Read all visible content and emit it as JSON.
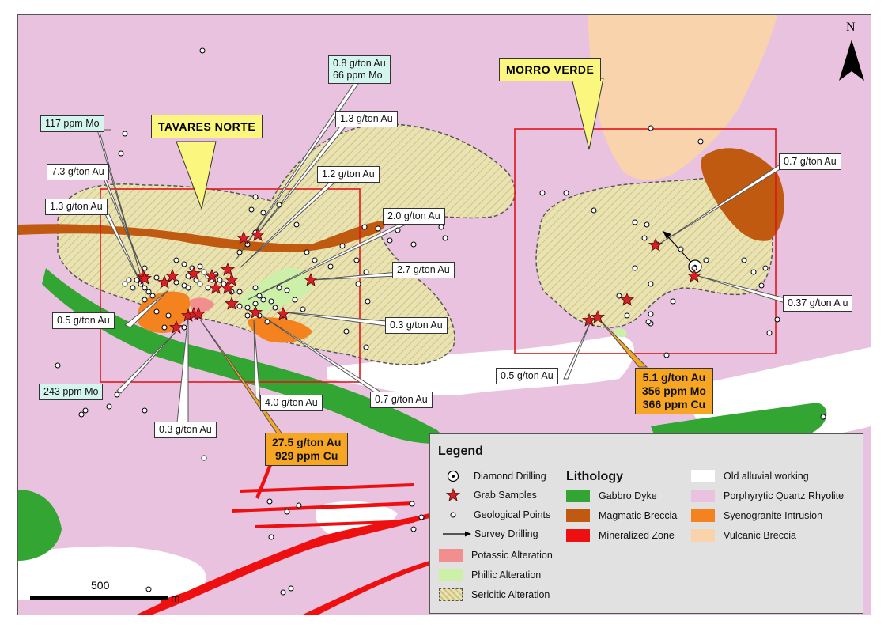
{
  "map": {
    "colors": {
      "background": "#e9c2e0",
      "vulcanic_breccia": "#f8d3ab",
      "sericitic": "#e9e2b3",
      "phillic": "#cdf0a8",
      "potassic": "#f28e8e",
      "syenogranite": "#f4821e",
      "magmatic_breccia": "#c05a10",
      "gabbro": "#33a532",
      "mineralized": "#ee1010",
      "alluvial": "#ffffff",
      "target_box": "#e0151b",
      "star": "#d91f26"
    },
    "place_labels": [
      "TAVARES NORTE",
      "MORRO VERDE"
    ],
    "sample_labels": [
      {
        "text": "117 ppm Mo",
        "kind": "mo"
      },
      {
        "text": "7.3 g/ton Au",
        "kind": "au"
      },
      {
        "text": "1.3 g/ton Au",
        "kind": "au"
      },
      {
        "text": "0.5 g/ton Au",
        "kind": "au"
      },
      {
        "text": "243 ppm Mo",
        "kind": "mo"
      },
      {
        "text": "0.3 g/ton Au",
        "kind": "au"
      },
      {
        "text": "4.0 g/ton Au",
        "kind": "au"
      },
      {
        "text": "0.7 g/ton Au",
        "kind": "au"
      },
      {
        "text": "0.3 g/ton Au",
        "kind": "au"
      },
      {
        "text": "2.7 g/ton Au",
        "kind": "au"
      },
      {
        "text": "2.0 g/ton Au",
        "kind": "au"
      },
      {
        "text": "1.2 g/ton Au",
        "kind": "au"
      },
      {
        "text": "1.3 g/ton Au",
        "kind": "au"
      },
      {
        "text": "0.7 g/ton Au",
        "kind": "au"
      },
      {
        "text": "0.37 g/ton A u",
        "kind": "au"
      },
      {
        "text": "0.5 g/ton Au",
        "kind": "au"
      }
    ],
    "mo_tv_label": [
      "0.8 g/ton Au",
      "66 ppm Mo"
    ],
    "highlight_tv": [
      "27.5 g/ton Au",
      "929 ppm Cu"
    ],
    "highlight_mv": [
      "5.1 g/ton Au",
      "356 ppm Mo",
      "366 ppm Cu"
    ]
  },
  "north": {
    "label": "N"
  },
  "scale": {
    "value": "500",
    "unit": "m"
  },
  "legend": {
    "title": "Legend",
    "lithology_title": "Lithology",
    "symbols": [
      {
        "label": "Diamond Drilling",
        "icon": "drill-hole-icon"
      },
      {
        "label": "Grab Samples",
        "icon": "star-icon"
      },
      {
        "label": "Geological Points",
        "icon": "point-icon"
      },
      {
        "label": "Survey Drilling",
        "icon": "arrow-icon"
      }
    ],
    "alterations": [
      {
        "label": "Potassic Alteration",
        "color": "#f28e8e"
      },
      {
        "label": "Phillic Alteration",
        "color": "#cdf0a8"
      },
      {
        "label": "Sericitic Alteration",
        "color": "#e9e2b3"
      }
    ],
    "lithology": [
      {
        "label": "Gabbro Dyke",
        "color": "#33a532"
      },
      {
        "label": "Magmatic Breccia",
        "color": "#c05a10"
      },
      {
        "label": "Mineralized Zone",
        "color": "#ee1010"
      }
    ],
    "lithology_right": [
      {
        "label": "Old alluvial working",
        "color": "#ffffff"
      },
      {
        "label": "Porphyrytic Quartz Rhyolite",
        "color": "#e9c2e0"
      },
      {
        "label": "Syenogranite Intrusion",
        "color": "#f4821e"
      },
      {
        "label": "Vulcanic Breccia",
        "color": "#f8d3ab"
      }
    ]
  }
}
